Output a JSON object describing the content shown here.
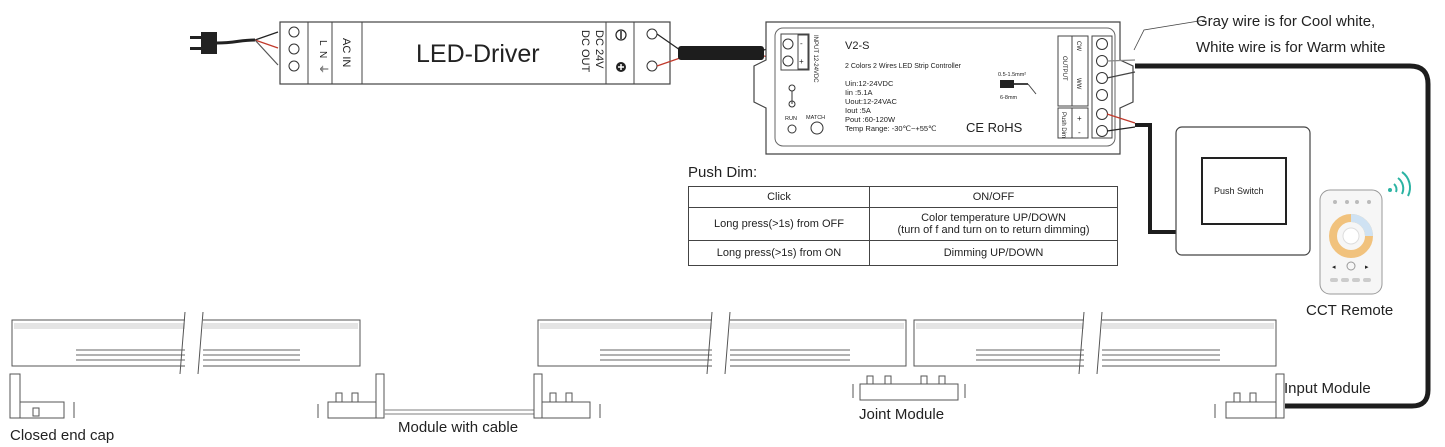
{
  "driver": {
    "title": "LED-Driver",
    "ac_in": "AC IN",
    "ac_terminals": [
      "L",
      "N",
      "⏚"
    ],
    "dc_out": "DC OUT",
    "dc_voltage": "DC 24V"
  },
  "controller": {
    "model": "V2-S",
    "subtitle": "2 Colors 2 Wires LED Strip Controller",
    "input_label": "INPUT 12-24VDC",
    "specs": [
      "Uin:12-24VDC",
      "Iin :5.1A",
      "Uout:12-24VAC",
      "Iout :5A",
      "Pout :60-120W",
      "Temp Range: -30℃~+55℃"
    ],
    "run_label": "RUN",
    "match_label": "MATCH",
    "wire_spec_1": "0.5-1.5mm²",
    "wire_spec_2": "6-8mm",
    "cert": "CE RoHS",
    "output_label": "OUTPUT",
    "cw_label": "CW",
    "ww_label": "WW",
    "push_dim_label": "Push Dim"
  },
  "notes": {
    "gray_wire": "Gray wire is for Cool white,",
    "white_wire": "White wire is for Warm white"
  },
  "push_switch": {
    "label": "Push Switch"
  },
  "remote": {
    "label": "CCT Remote"
  },
  "push_dim_table": {
    "title": "Push Dim:",
    "rows": [
      {
        "action": "Click",
        "result": "ON/OFF",
        "result2": ""
      },
      {
        "action": "Long press(>1s) from OFF",
        "result": "Color temperature UP/DOWN",
        "result2": "(turn of f and turn on to return dimming)"
      },
      {
        "action": "Long press(>1s) from ON",
        "result": "Dimming UP/DOWN",
        "result2": ""
      }
    ]
  },
  "modules": {
    "end_cap": "Closed end cap",
    "with_cable": "Module with cable",
    "joint": "Joint Module",
    "input": "Input Module"
  }
}
